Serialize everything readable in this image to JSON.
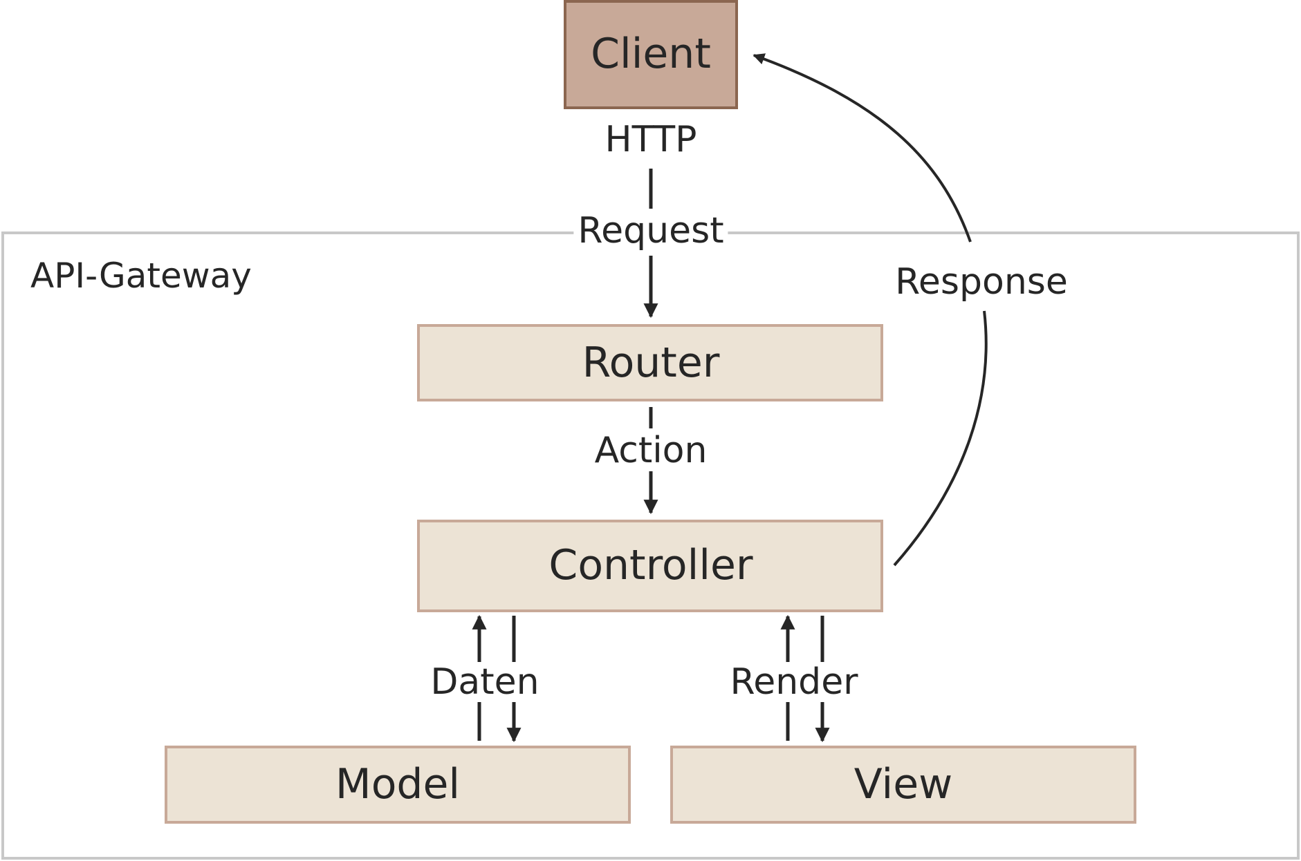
{
  "diagram": {
    "group_label": "API-Gateway",
    "nodes": {
      "client": "Client",
      "router": "Router",
      "controller": "Controller",
      "model": "Model",
      "view": "View"
    },
    "edges": {
      "http": "HTTP",
      "request": "Request",
      "action": "Action",
      "daten": "Daten",
      "render": "Render",
      "response": "Response"
    },
    "colors": {
      "client_fill": "#c8a998",
      "client_border": "#8b6650",
      "node_fill": "#ece3d5",
      "node_border": "#c8a998",
      "group_border": "#c8c8c8",
      "arrow": "#262626",
      "text": "#262626"
    }
  }
}
